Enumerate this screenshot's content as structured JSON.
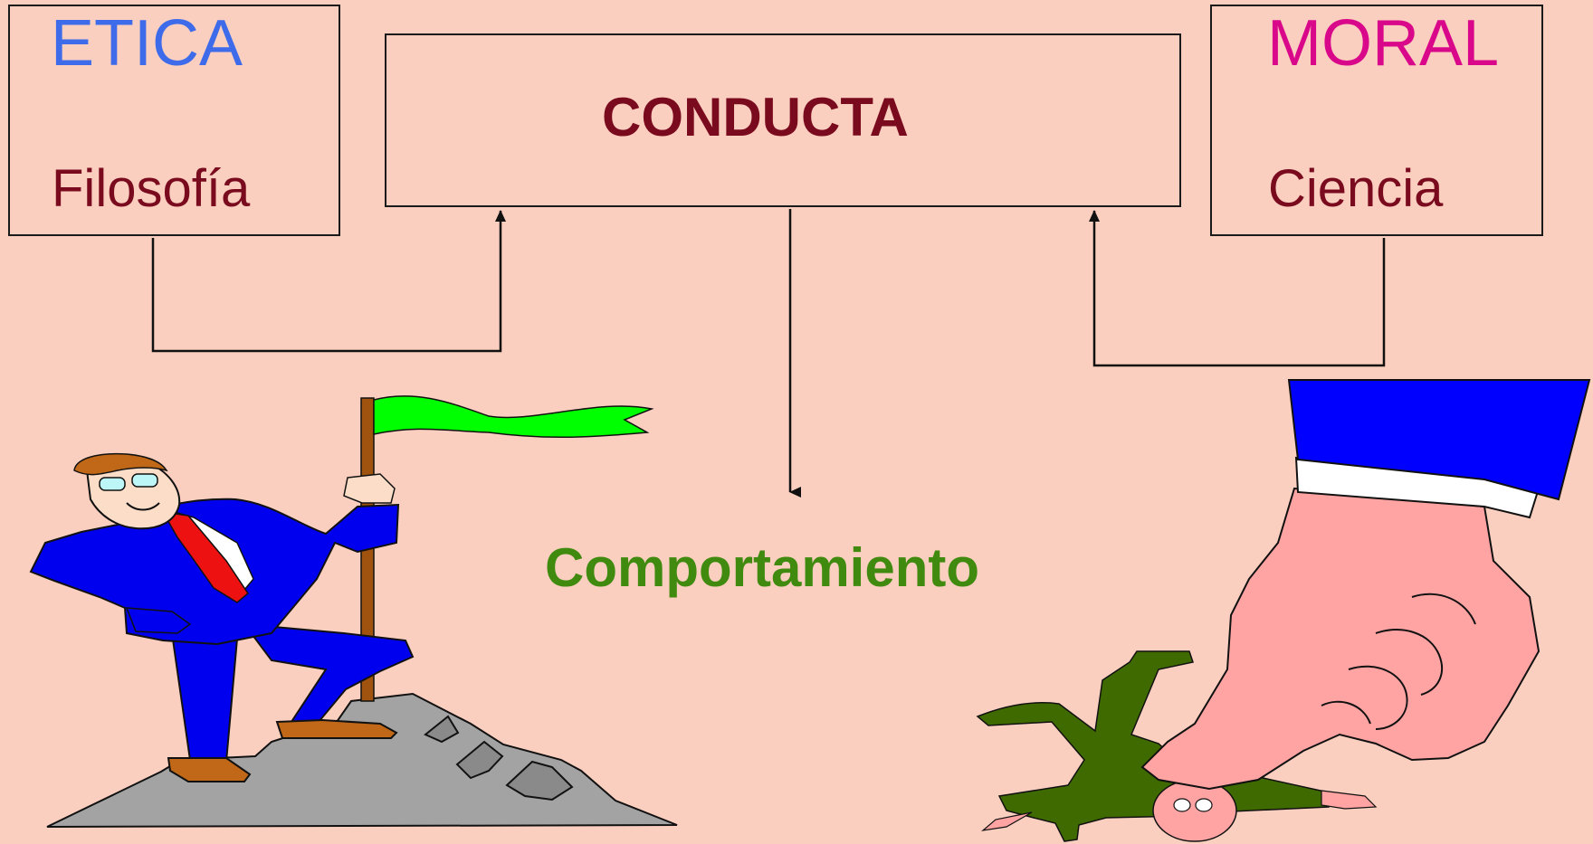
{
  "etica": {
    "title": "ETICA",
    "subtitle": "Filosofía"
  },
  "conducta": {
    "title": "CONDUCTA"
  },
  "moral": {
    "title": "MORAL",
    "subtitle": "Ciencia"
  },
  "result": {
    "label": "Comportamiento"
  },
  "illustrations": {
    "left": "businessman-on-mountain-with-flag",
    "right": "giant-hand-pressing-small-man"
  },
  "colors": {
    "background": "#FBCFBF",
    "etica": "#3D6BEA",
    "moral": "#D9078A",
    "dark_red": "#7A0A1E",
    "green_text": "#3F8A0F",
    "flag": "#00FF00",
    "suit": "#0000EE",
    "tie": "#EE1111",
    "cuff": "#0000FF",
    "finger": "#FFA3A3",
    "little_man": "#3F6A00",
    "rock": "#A3A3A3"
  }
}
